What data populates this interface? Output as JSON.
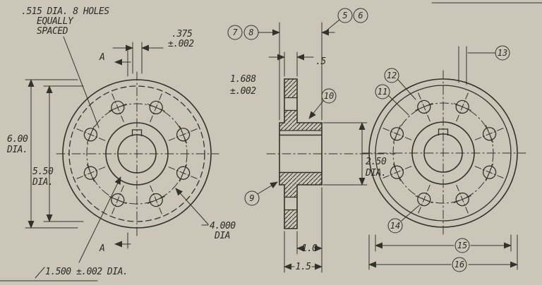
{
  "drawing": {
    "paper_color": "#cbc6b7",
    "line_color": "#33312c",
    "notes": {
      "holes_l1": ".515 DIA. 8 HOLES",
      "holes_l2": "EQUALLY",
      "holes_l3": "SPACED"
    },
    "front_view": {
      "keyway_width": ".375",
      "keyway_tol": "±.002",
      "outer_dia": "6.00",
      "outer_dia_suffix": "DIA.",
      "inner_dia": "5.50",
      "inner_dia_suffix": "DIA.",
      "bolt_circle_dia": "4.000",
      "bolt_circle_suffix": "DIA",
      "bore_dia": "1.500 ±.002 DIA.",
      "section_letter": "A"
    },
    "section_view": {
      "length": "1.688",
      "length_tol": "±.002",
      "flange_thickness": ".5",
      "hub_dia": "2.50",
      "hub_dia_suffix": "DIA.",
      "hub_projection": "1.0",
      "face_to_face": "1.5"
    },
    "balloons": {
      "b5": "5",
      "b6": "6",
      "b7": "7",
      "b8": "8",
      "b9": "9",
      "b10": "10",
      "b11": "11",
      "b12": "12",
      "b13": "13",
      "b14": "14",
      "b15": "15",
      "b16": "16"
    }
  }
}
